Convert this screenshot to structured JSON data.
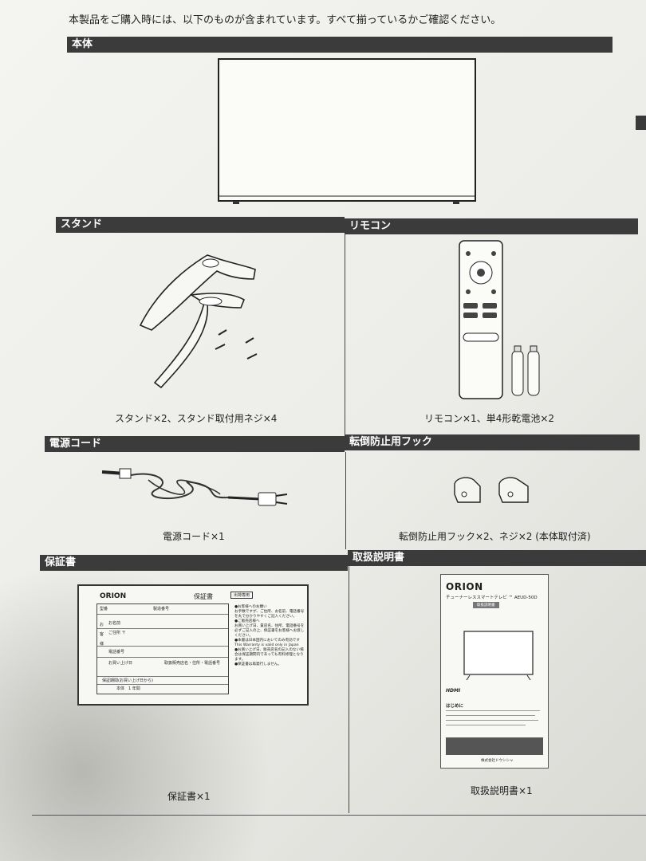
{
  "intro": "本製品をご購入時には、以下のものが含まれています。すべて揃っているかご確認ください。",
  "sections": {
    "main_unit": {
      "title": "本体"
    },
    "stand": {
      "title": "スタンド",
      "caption": "スタンド×2、スタンド取付用ネジ×4"
    },
    "remote": {
      "title": "リモコン",
      "caption": "リモコン×1、単4形乾電池×2"
    },
    "power_cord": {
      "title": "電源コード",
      "caption": "電源コード×1"
    },
    "anti_tip": {
      "title": "転倒防止用フック",
      "caption": "転倒防止用フック×2、ネジ×2 (本体取付済)"
    },
    "warranty": {
      "title": "保証書",
      "caption": "保証書×1"
    },
    "manual": {
      "title": "取扱説明書",
      "caption": "取扱説明書×1"
    }
  },
  "warranty_card": {
    "logo": "ORION",
    "title": "保証書",
    "tag": "出荷専用",
    "fields": [
      "お名前",
      "ご住所 〒",
      "電話番号",
      "お買い上げ日",
      "保証期間(お買い上げ日から)",
      "本体　1 年間"
    ],
    "side_labels": [
      "お",
      "客",
      "様"
    ],
    "col_labels": [
      "型番",
      "製造番号"
    ],
    "seller": "取扱販売店名・住所・電話番号",
    "notes": [
      "●お客様へのお願い",
      "お手数ですが、ご住所、お名前、電話番号を丸で分かりやすくご記入ください。",
      "●ご販売店様へ",
      "お買い上げ日、貴店名、住所、電話番号を必ずご記入の上、保証書をお客様へお渡しください。",
      "●本書は日本国内においてのみ有効です",
      "This Warranty is valid only in Japan",
      "●お買い上げ日、販売店名の記入のない場合は保証期間内であっても有料修理となります。",
      "●保証書は再発行しません。"
    ]
  },
  "manual_cover": {
    "logo": "ORION",
    "subtitle": "チューナーレススマートテレビ ™ AEUD-50D",
    "pill": "取扱説明書",
    "hdmi": "HDMI",
    "heading": "はじめに",
    "footer": "株式会社ドウシシャ"
  }
}
